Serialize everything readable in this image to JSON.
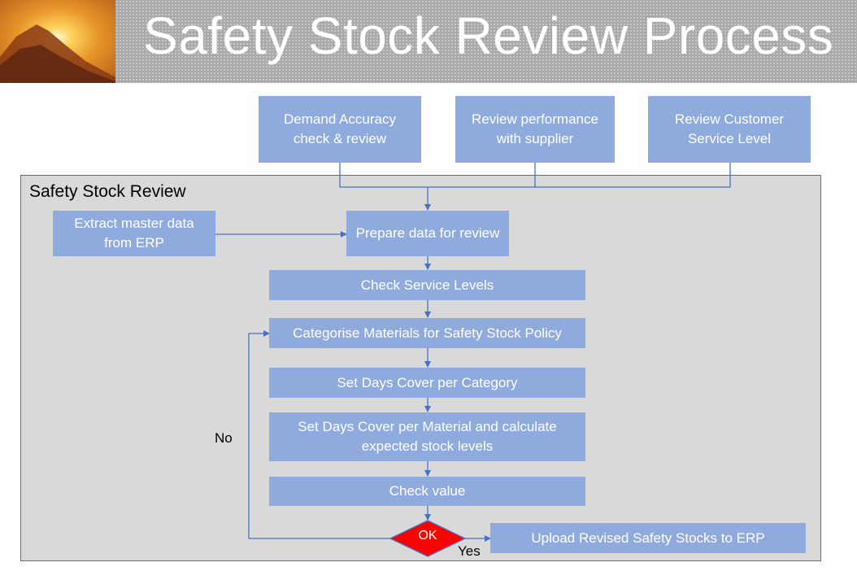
{
  "title": "Safety Stock Review Process",
  "panel_title": "Safety Stock Review",
  "inputs": {
    "demand_accuracy": "Demand Accuracy check & review",
    "supplier_performance": "Review performance with supplier",
    "customer_service": "Review Customer Service Level"
  },
  "steps": {
    "extract_master": "Extract master data from ERP",
    "prepare_data": "Prepare data for review",
    "check_service_levels": "Check Service Levels",
    "categorise_materials": "Categorise Materials for Safety Stock Policy",
    "set_days_category": "Set Days Cover per Category",
    "set_days_material": "Set Days Cover per Material and calculate expected stock levels",
    "check_value": "Check value",
    "upload": "Upload Revised Safety Stocks to ERP"
  },
  "decision": {
    "label": "OK",
    "yes": "Yes",
    "no": "No"
  },
  "colors": {
    "box_fill": "#8faadc",
    "panel_fill": "#d9d9d9",
    "connector": "#4472c4",
    "decision_fill": "#ff0000"
  }
}
